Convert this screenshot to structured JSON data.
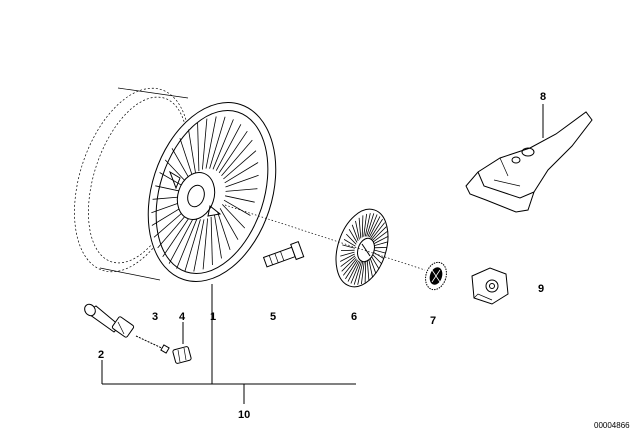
{
  "labels": {
    "wheel": "1",
    "valve": "2",
    "valve_insert": "3",
    "valve_cap": "4",
    "wheel_bolt": "5",
    "hub_cap": "6",
    "emblem": "7",
    "wrench": "8",
    "lock_adapter": "9",
    "assembly": "10"
  },
  "reference": "00004866",
  "colors": {
    "ink": "#000000",
    "background": "#ffffff"
  }
}
